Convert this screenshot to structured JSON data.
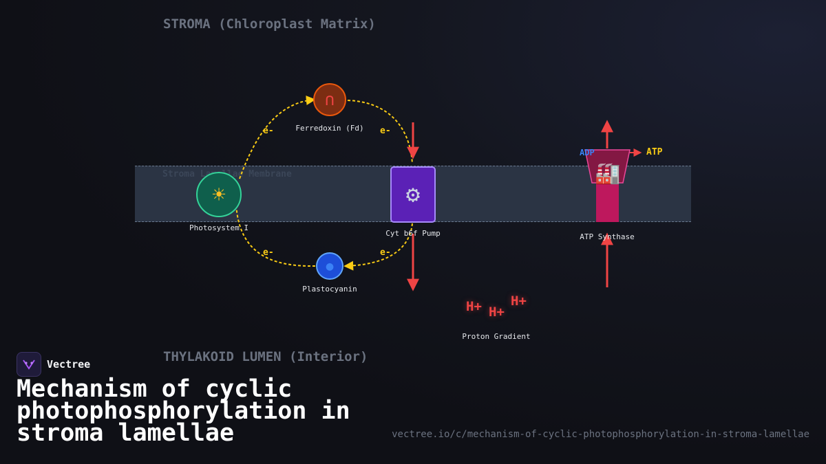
{
  "regions": {
    "stroma": "STROMA (Chloroplast Matrix)",
    "lumen": "THYLAKOID LUMEN (Interior)",
    "membrane": "Stroma Lamellae Membrane"
  },
  "nodes": {
    "photosystem": "Photosystem I",
    "ferredoxin": "Ferredoxin (Fd)",
    "cytochrome": "Cyt b6f Pump",
    "plastocyanin": "Plastocyanin",
    "synthase": "ATP Synthase",
    "proton_gradient": "Proton Gradient"
  },
  "electron_labels": [
    "e-",
    "e-",
    "e-",
    "e-"
  ],
  "proton_labels": [
    "H+",
    "H+",
    "H+"
  ],
  "synthase_io": {
    "input": "ADP",
    "output": "ATP"
  },
  "icons": {
    "photosystem": "sun-icon",
    "ferredoxin": "magnet-icon",
    "cytochrome": "gear-icon",
    "plastocyanin": "blue-circle-icon",
    "synthase": "factory-icon"
  },
  "colors": {
    "electron_flow": "#facc15",
    "proton_flow": "#ef4444",
    "membrane": "#2b3444",
    "photosystem": "#34d399",
    "cytochrome": "#7c3aed",
    "synthase": "#be185d"
  },
  "brand": {
    "name": "Vectree"
  },
  "title": "Mechanism of cyclic photophosphorylation in stroma lamellae",
  "url": "vectree.io/c/mechanism-of-cyclic-photophosphorylation-in-stroma-lamellae"
}
